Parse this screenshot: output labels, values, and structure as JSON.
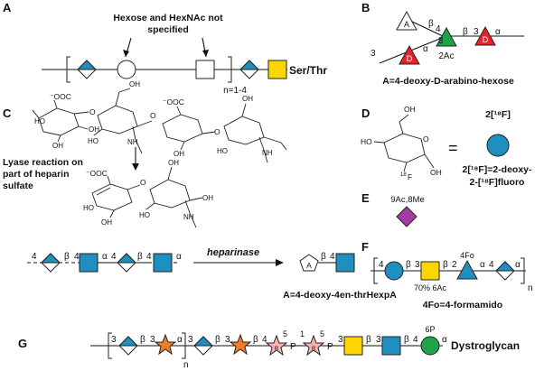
{
  "panels": {
    "a": {
      "label": "A",
      "note_line1": "Hexose and HexNAc not",
      "note_line2": "specified",
      "repeat": "n=1-4",
      "attach": "Ser/Thr"
    },
    "b": {
      "label": "B",
      "node_a": "A",
      "beta": "β",
      "link4": "4",
      "link3a": "3",
      "link3b": "3",
      "beta2": "β",
      "link3c": "3",
      "alpha1": "α",
      "alpha2": "α",
      "node_d1": "D",
      "node_d2": "D",
      "acetyl": "2Ac",
      "caption": "A=4-deoxy-D-arabino-hexose"
    },
    "c": {
      "label": "C",
      "lyase_line1": "Lyase reaction on",
      "lyase_line2": "part  of heparin",
      "lyase_line3": "sulfate",
      "coo1": "⁻OOC",
      "coo2": "⁻OOC",
      "coo3": "⁻OOC",
      "nh1": "NH",
      "nh2": "NH",
      "nh3": "NH",
      "oh": "OH",
      "ho": "HO",
      "o": "O",
      "seq_4a": "4",
      "seq_b1": "β",
      "seq_4b": "4",
      "seq_a1": "α",
      "seq_4c": "4",
      "seq_b2": "β",
      "seq_4d": "4",
      "seq_a2": "α",
      "enzyme": "heparinase",
      "product_node": "A",
      "prod_b": "β",
      "prod_4": "4",
      "caption": "A=4-deoxy-4en-thrHexpA"
    },
    "d": {
      "label": "D",
      "ho": "HO",
      "oh1": "OH",
      "oh2": "OH",
      "fluor": "F",
      "iso": "18",
      "o": "O",
      "equals": "=",
      "sym_label": "2[¹⁸F]",
      "def_line1": "2[¹⁸F]=2-deoxy-",
      "def_line2": "2-[¹⁸F]fluoro"
    },
    "e": {
      "label": "E",
      "sym_label": "9Ac,8Me"
    },
    "f": {
      "label": "F",
      "link4a": "4",
      "beta1": "β",
      "link3": "3",
      "beta2": "β",
      "link2": "2",
      "mod": "4Fo",
      "alpha1": "α",
      "link4b": "4",
      "alpha2": "α",
      "repeat": "n",
      "pct": "70% 6Ac",
      "caption": "4Fo=4-formamido"
    },
    "g": {
      "label": "G",
      "l3a": "3",
      "b1": "β",
      "l3b": "3",
      "a1": "α",
      "rep": "n",
      "l3c": "3",
      "b2": "β",
      "l3d": "3",
      "b3": "β",
      "l4a": "4",
      "l5a": "5",
      "p1": "P",
      "l1": "1",
      "l5b": "5",
      "p2": "P",
      "l3e": "3",
      "b4": "β",
      "l3f": "3",
      "b5": "β",
      "l4b": "4",
      "sixp": "6P",
      "a2": "α",
      "target": "Dystroglycan",
      "node_r": "R"
    }
  },
  "colors": {
    "glc_blue": "#1f8fc0",
    "gal_yellow": "#ffd500",
    "fuc_red": "#e8212b",
    "triangle_green": "#1ea34a",
    "man_green": "#1ea34a",
    "sia_purple": "#a33ea1",
    "xyl_orange": "#ef7d2a",
    "ribitol_pink": "#f6b3b3"
  }
}
